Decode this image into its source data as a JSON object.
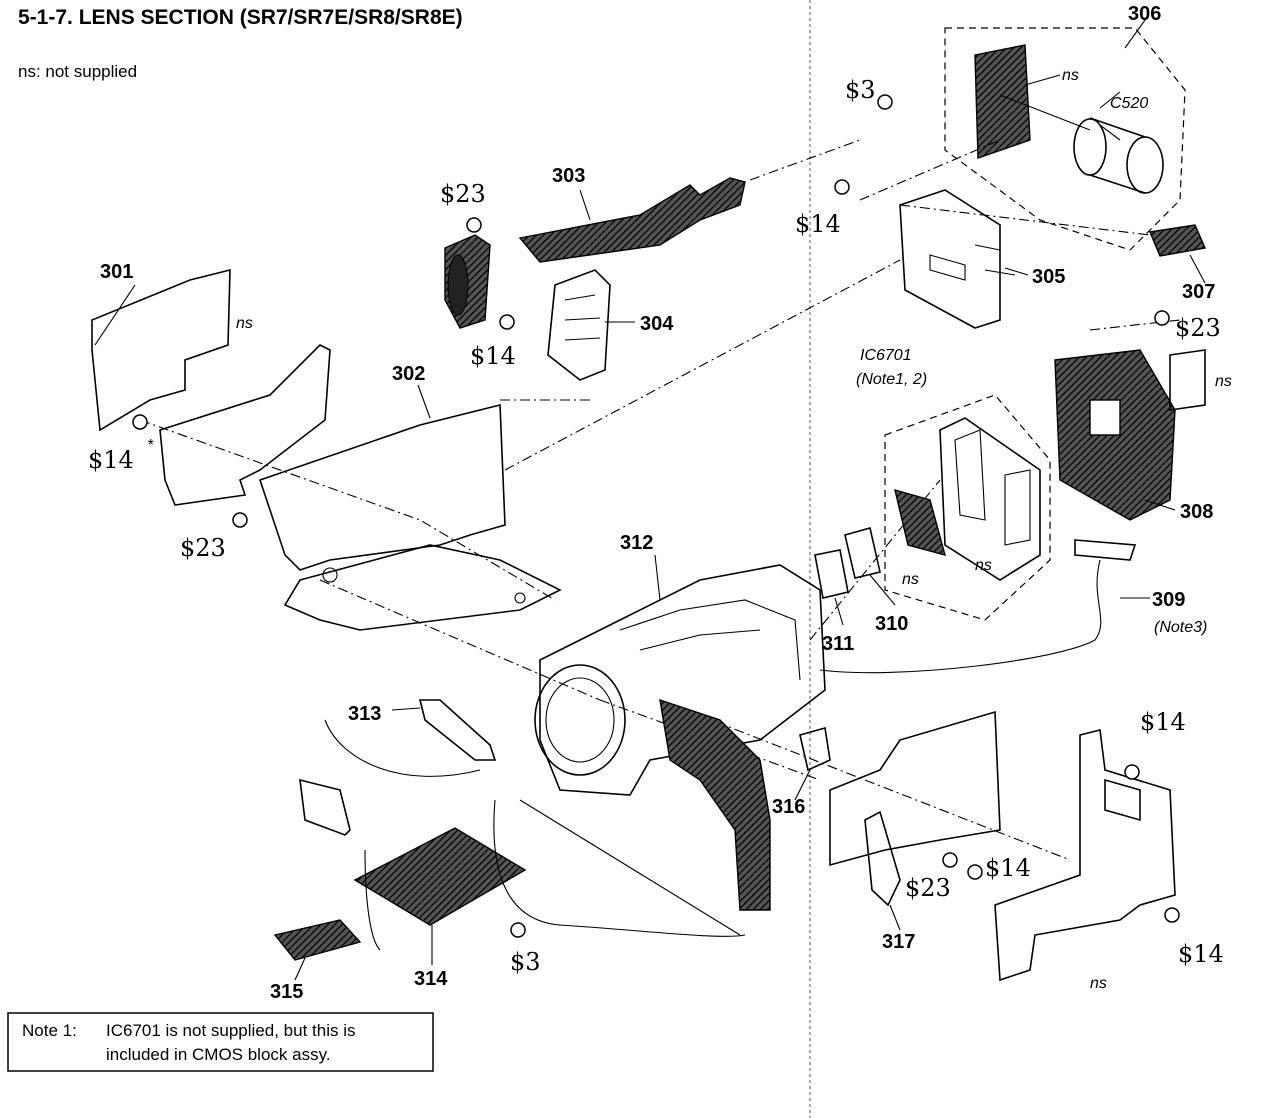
{
  "header": {
    "title": "5-1-7.  LENS SECTION (SR7/SR7E/SR8/SR8E)",
    "subtitle": "ns: not supplied"
  },
  "parts": [
    {
      "ref": "301"
    },
    {
      "ref": "302"
    },
    {
      "ref": "303"
    },
    {
      "ref": "304"
    },
    {
      "ref": "305"
    },
    {
      "ref": "306"
    },
    {
      "ref": "307"
    },
    {
      "ref": "308"
    },
    {
      "ref": "309"
    },
    {
      "ref": "310"
    },
    {
      "ref": "311"
    },
    {
      "ref": "312"
    },
    {
      "ref": "313"
    },
    {
      "ref": "314"
    },
    {
      "ref": "315"
    },
    {
      "ref": "316"
    },
    {
      "ref": "317"
    }
  ],
  "screws": [
    "$3",
    "$14",
    "$23"
  ],
  "annotations": {
    "ns": "ns",
    "c520": "C520",
    "ic6701": "IC6701",
    "ic6701_note": "(Note1, 2)",
    "note3": "(Note3)",
    "asterisk": "*"
  },
  "note": {
    "label": "Note 1:",
    "line1": "IC6701 is not supplied, but this is",
    "line2": "included in CMOS block assy."
  }
}
